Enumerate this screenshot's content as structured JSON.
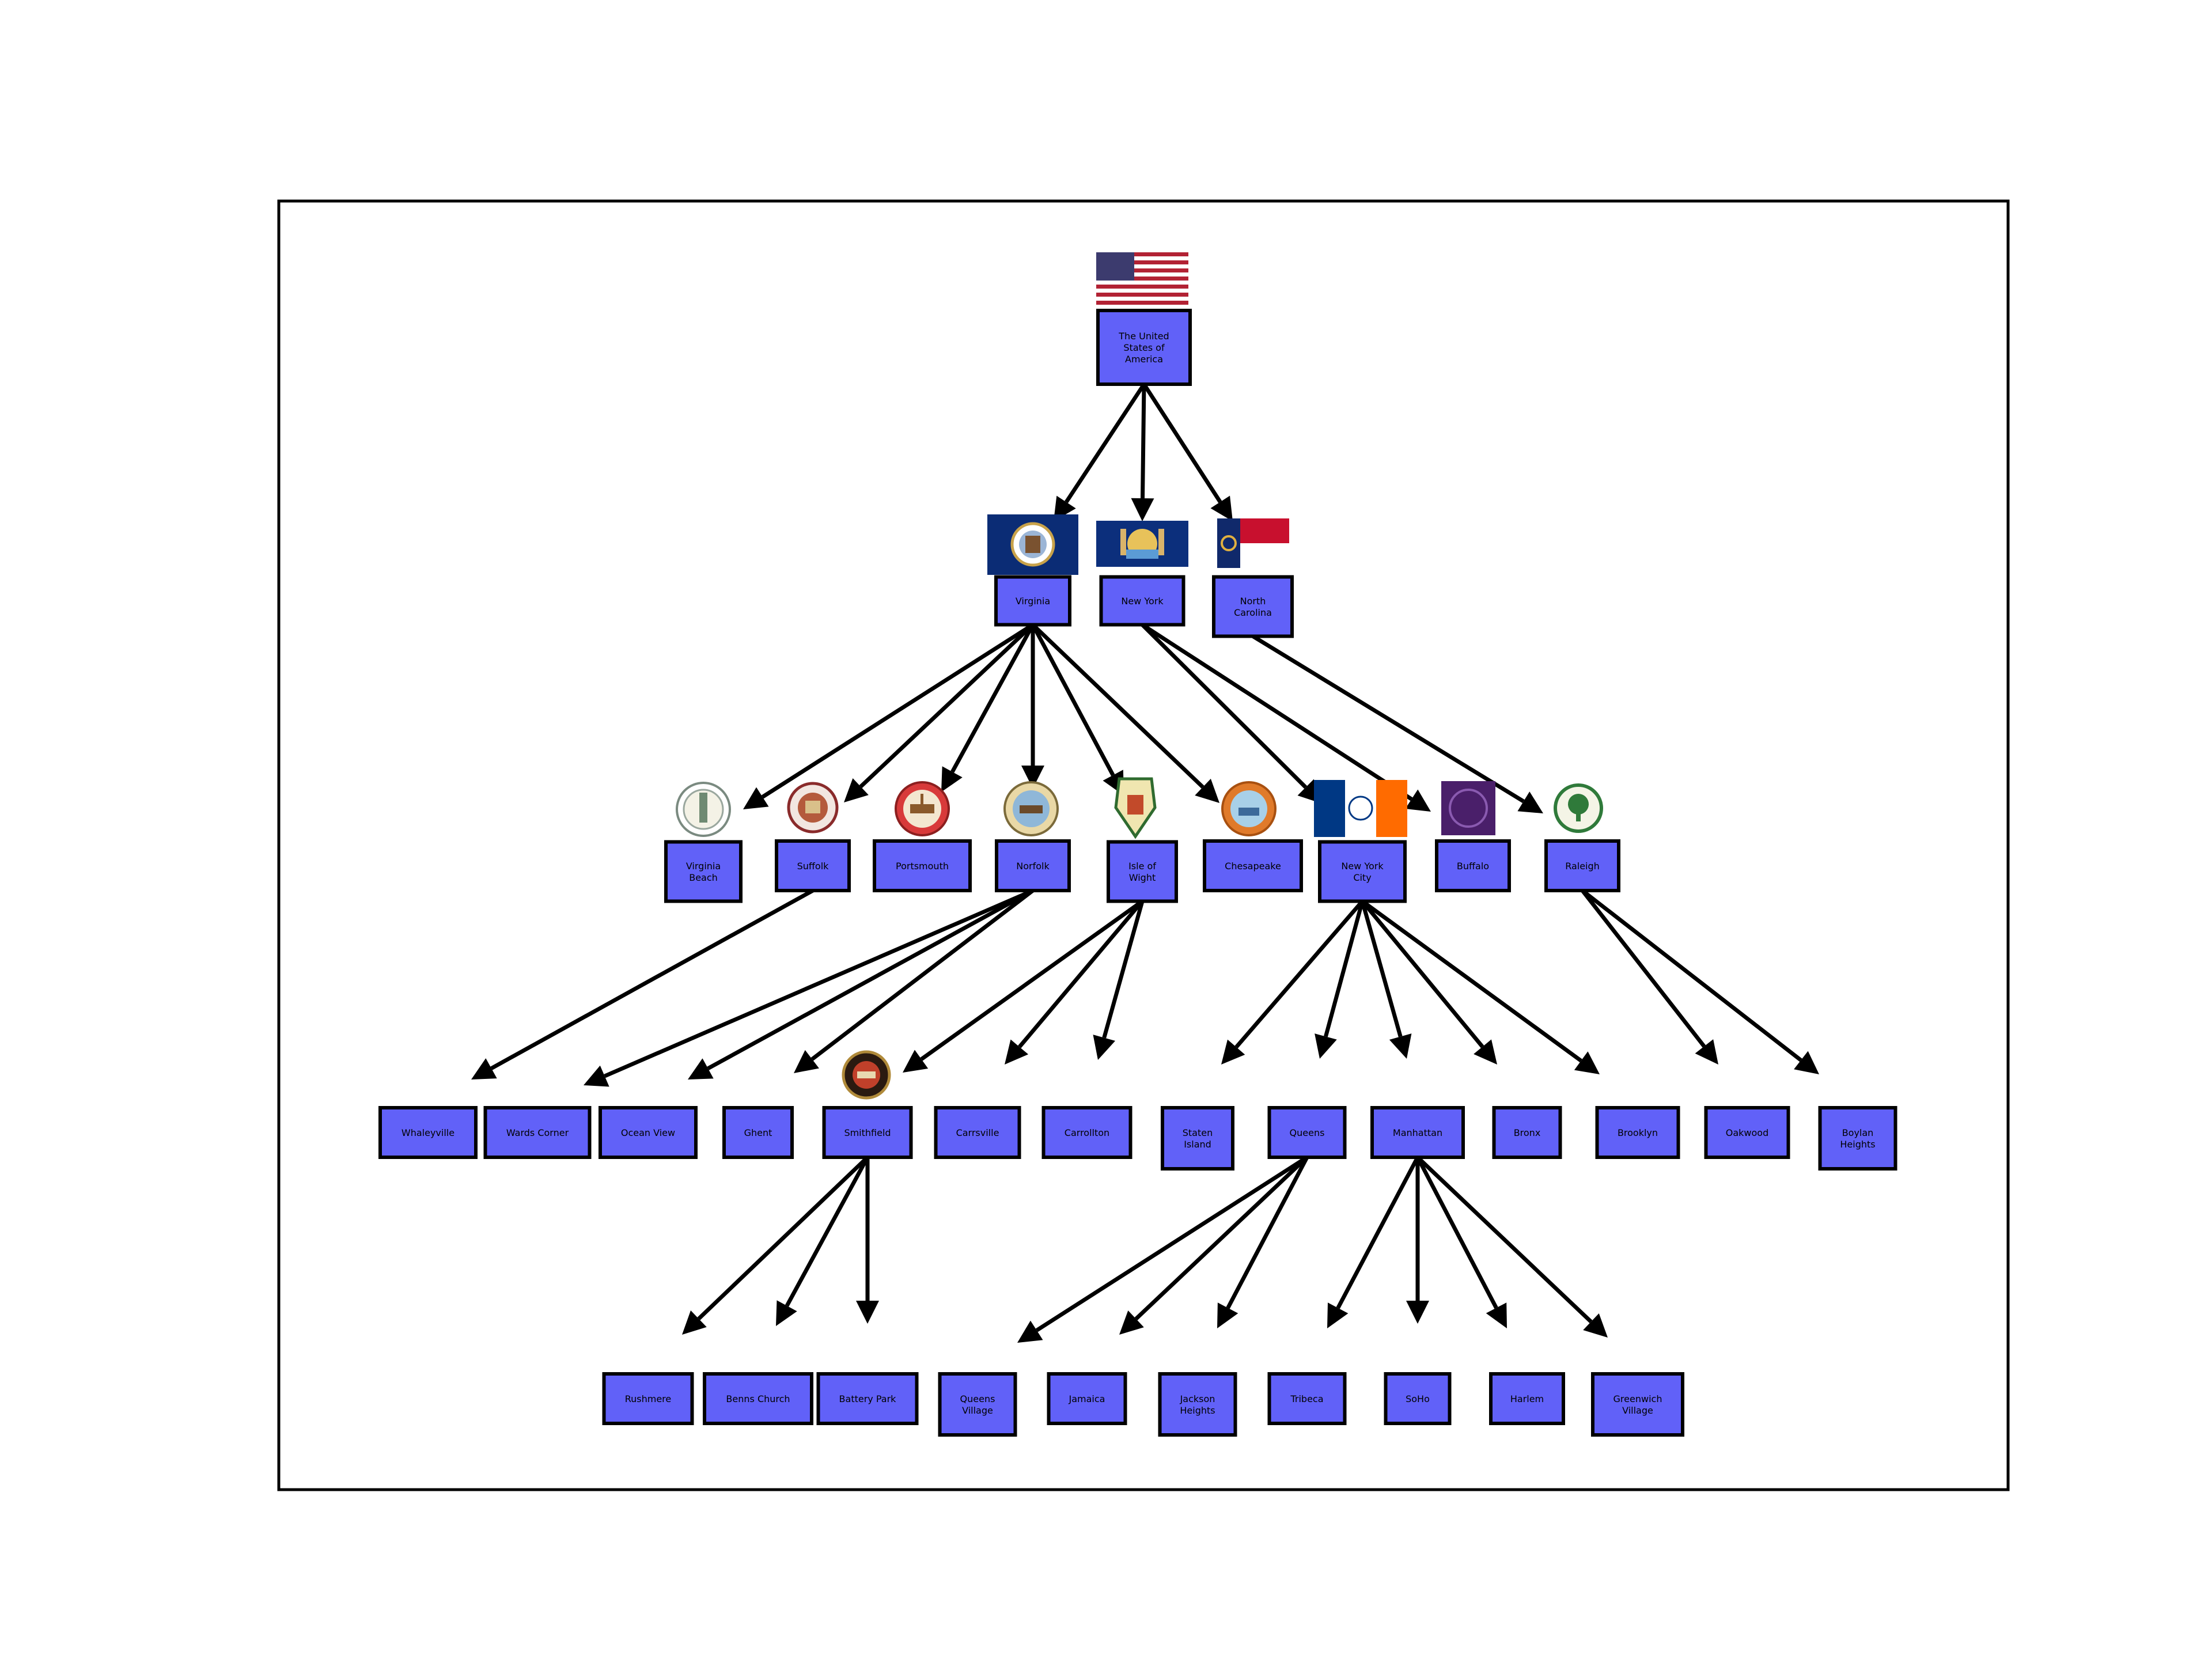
{
  "colors": {
    "node_fill": "#6161f8",
    "node_stroke": "#000000",
    "edge": "#000000",
    "background": "#ffffff"
  },
  "nodes": [
    {
      "id": "usa",
      "label": "The United States of America",
      "lines": [
        "The United",
        "States of",
        "America"
      ],
      "icon": "us-flag-icon"
    },
    {
      "id": "virginia",
      "label": "Virginia",
      "lines": [
        "Virginia"
      ],
      "icon": "virginia-flag-icon"
    },
    {
      "id": "newyork",
      "label": "New York",
      "lines": [
        "New York"
      ],
      "icon": "new-york-flag-icon"
    },
    {
      "id": "northcarolina",
      "label": "North Carolina",
      "lines": [
        "North",
        "Carolina"
      ],
      "icon": "north-carolina-flag-icon"
    },
    {
      "id": "virginiabeach",
      "label": "Virginia Beach",
      "lines": [
        "Virginia",
        "Beach"
      ],
      "icon": "virginia-beach-seal-icon"
    },
    {
      "id": "suffolk",
      "label": "Suffolk",
      "lines": [
        "Suffolk"
      ],
      "icon": "suffolk-seal-icon"
    },
    {
      "id": "portsmouth",
      "label": "Portsmouth",
      "lines": [
        "Portsmouth"
      ],
      "icon": "portsmouth-seal-icon"
    },
    {
      "id": "norfolk",
      "label": "Norfolk",
      "lines": [
        "Norfolk"
      ],
      "icon": "norfolk-seal-icon"
    },
    {
      "id": "isleofwight",
      "label": "Isle of Wight",
      "lines": [
        "Isle of",
        "Wight"
      ],
      "icon": "isle-of-wight-seal-icon"
    },
    {
      "id": "chesapeake",
      "label": "Chesapeake",
      "lines": [
        "Chesapeake"
      ],
      "icon": "chesapeake-seal-icon"
    },
    {
      "id": "nyc",
      "label": "New York City",
      "lines": [
        "New York",
        "City"
      ],
      "icon": "nyc-flag-icon"
    },
    {
      "id": "buffalo",
      "label": "Buffalo",
      "lines": [
        "Buffalo"
      ],
      "icon": "buffalo-seal-icon"
    },
    {
      "id": "raleigh",
      "label": "Raleigh",
      "lines": [
        "Raleigh"
      ],
      "icon": "raleigh-seal-icon"
    },
    {
      "id": "whaleyville",
      "label": "Whaleyville",
      "lines": [
        "Whaleyville"
      ]
    },
    {
      "id": "wardscorner",
      "label": "Wards Corner",
      "lines": [
        "Wards Corner"
      ]
    },
    {
      "id": "oceanview",
      "label": "Ocean View",
      "lines": [
        "Ocean View"
      ]
    },
    {
      "id": "ghent",
      "label": "Ghent",
      "lines": [
        "Ghent"
      ]
    },
    {
      "id": "smithfield",
      "label": "Smithfield",
      "lines": [
        "Smithfield"
      ],
      "icon": "smithfield-seal-icon"
    },
    {
      "id": "carrsville",
      "label": "Carrsville",
      "lines": [
        "Carrsville"
      ]
    },
    {
      "id": "carrollton",
      "label": "Carrollton",
      "lines": [
        "Carrollton"
      ]
    },
    {
      "id": "statenisland",
      "label": "Staten Island",
      "lines": [
        "Staten",
        "Island"
      ]
    },
    {
      "id": "queens",
      "label": "Queens",
      "lines": [
        "Queens"
      ]
    },
    {
      "id": "manhattan",
      "label": "Manhattan",
      "lines": [
        "Manhattan"
      ]
    },
    {
      "id": "bronx",
      "label": "Bronx",
      "lines": [
        "Bronx"
      ]
    },
    {
      "id": "brooklyn",
      "label": "Brooklyn",
      "lines": [
        "Brooklyn"
      ]
    },
    {
      "id": "oakwood",
      "label": "Oakwood",
      "lines": [
        "Oakwood"
      ]
    },
    {
      "id": "boylanheights",
      "label": "Boylan Heights",
      "lines": [
        "Boylan",
        "Heights"
      ]
    },
    {
      "id": "rushmere",
      "label": "Rushmere",
      "lines": [
        "Rushmere"
      ]
    },
    {
      "id": "bennschurch",
      "label": "Benns Church",
      "lines": [
        "Benns Church"
      ]
    },
    {
      "id": "batterypark",
      "label": "Battery Park",
      "lines": [
        "Battery Park"
      ]
    },
    {
      "id": "queensvillage",
      "label": "Queens Village",
      "lines": [
        "Queens",
        "Village"
      ]
    },
    {
      "id": "jamaica",
      "label": "Jamaica",
      "lines": [
        "Jamaica"
      ]
    },
    {
      "id": "jacksonheights",
      "label": "Jackson Heights",
      "lines": [
        "Jackson",
        "Heights"
      ]
    },
    {
      "id": "tribeca",
      "label": "Tribeca",
      "lines": [
        "Tribeca"
      ]
    },
    {
      "id": "soho",
      "label": "SoHo",
      "lines": [
        "SoHo"
      ]
    },
    {
      "id": "harlem",
      "label": "Harlem",
      "lines": [
        "Harlem"
      ]
    },
    {
      "id": "greenwichvillage",
      "label": "Greenwich Village",
      "lines": [
        "Greenwich",
        "Village"
      ]
    }
  ],
  "edges": [
    [
      "usa",
      "virginia"
    ],
    [
      "usa",
      "newyork"
    ],
    [
      "usa",
      "northcarolina"
    ],
    [
      "virginia",
      "virginiabeach"
    ],
    [
      "virginia",
      "suffolk"
    ],
    [
      "virginia",
      "portsmouth"
    ],
    [
      "virginia",
      "norfolk"
    ],
    [
      "virginia",
      "isleofwight"
    ],
    [
      "virginia",
      "chesapeake"
    ],
    [
      "newyork",
      "nyc"
    ],
    [
      "newyork",
      "buffalo"
    ],
    [
      "northcarolina",
      "raleigh"
    ],
    [
      "suffolk",
      "whaleyville"
    ],
    [
      "norfolk",
      "wardscorner"
    ],
    [
      "norfolk",
      "oceanview"
    ],
    [
      "norfolk",
      "ghent"
    ],
    [
      "isleofwight",
      "smithfield"
    ],
    [
      "isleofwight",
      "carrsville"
    ],
    [
      "isleofwight",
      "carrollton"
    ],
    [
      "nyc",
      "statenisland"
    ],
    [
      "nyc",
      "queens"
    ],
    [
      "nyc",
      "manhattan"
    ],
    [
      "nyc",
      "bronx"
    ],
    [
      "nyc",
      "brooklyn"
    ],
    [
      "raleigh",
      "oakwood"
    ],
    [
      "raleigh",
      "boylanheights"
    ],
    [
      "smithfield",
      "rushmere"
    ],
    [
      "smithfield",
      "bennschurch"
    ],
    [
      "smithfield",
      "batterypark"
    ],
    [
      "queens",
      "queensvillage"
    ],
    [
      "queens",
      "jamaica"
    ],
    [
      "queens",
      "jacksonheights"
    ],
    [
      "manhattan",
      "tribeca"
    ],
    [
      "manhattan",
      "soho"
    ],
    [
      "manhattan",
      "harlem"
    ],
    [
      "manhattan",
      "greenwichvillage"
    ]
  ]
}
